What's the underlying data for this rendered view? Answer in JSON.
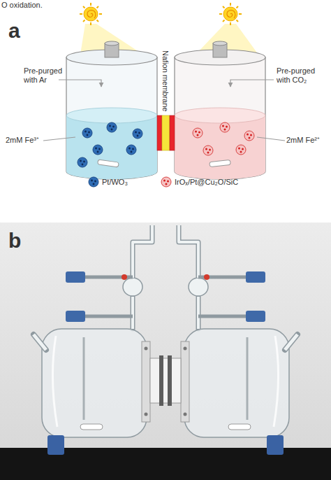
{
  "diagram": {
    "nodes": [
      {
        "text": [
          "Nafion membrane"
        ]
      }
    ],
    "labels": [
      "O oxidation.",
      "a",
      "Pre-purged with Ar",
      "Pre-purged with CO₂",
      "2mM Fe³⁺",
      "2mM Fe²⁺",
      "b"
    ],
    "legend": [
      {
        "text": "Pt/WO₃"
      },
      {
        "text": "IrOₓ/Pt@Cu₂O/SiC"
      }
    ]
  }
}
